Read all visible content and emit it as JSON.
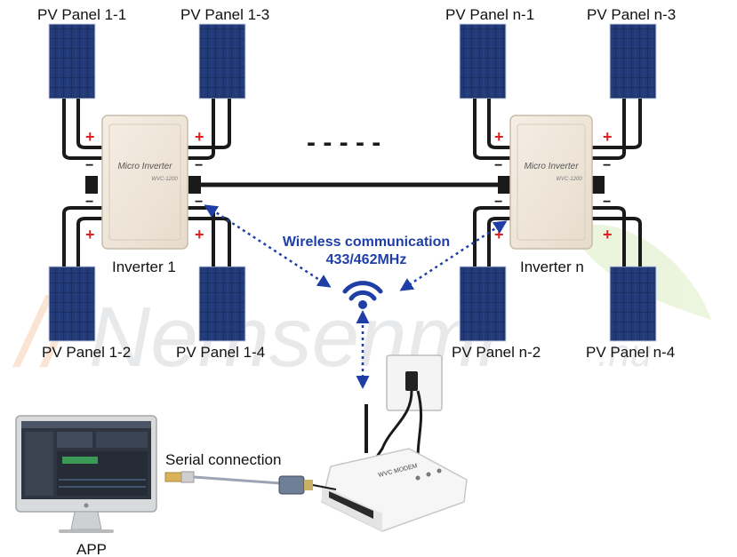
{
  "panels": {
    "p11": "PV Panel 1-1",
    "p13": "PV Panel 1-3",
    "pn1": "PV Panel n-1",
    "pn3": "PV Panel n-3",
    "p12": "PV Panel 1-2",
    "p14": "PV Panel 1-4",
    "pn2": "PV Panel n-2",
    "pn4": "PV Panel n-4"
  },
  "inverters": {
    "inv1_label": "Inverter 1",
    "invn_label": "Inverter n",
    "face_title": "Micro Inverter",
    "face_model": "WVC-1200"
  },
  "ellipsis": "- - - - -",
  "wireless": {
    "line1": "Wireless communication",
    "line2": "433/462MHz"
  },
  "serial_label": "Serial connection",
  "app_label": "APP",
  "modem_text": "WVC MODEM",
  "watermark": {
    "main": "Nemsenmi",
    "suffix": ".nu"
  },
  "colors": {
    "accent_blue": "#1f3fa6",
    "plus_red": "#e02020",
    "panel_blue": "#1c2f63",
    "cable": "#1a1a1a"
  }
}
